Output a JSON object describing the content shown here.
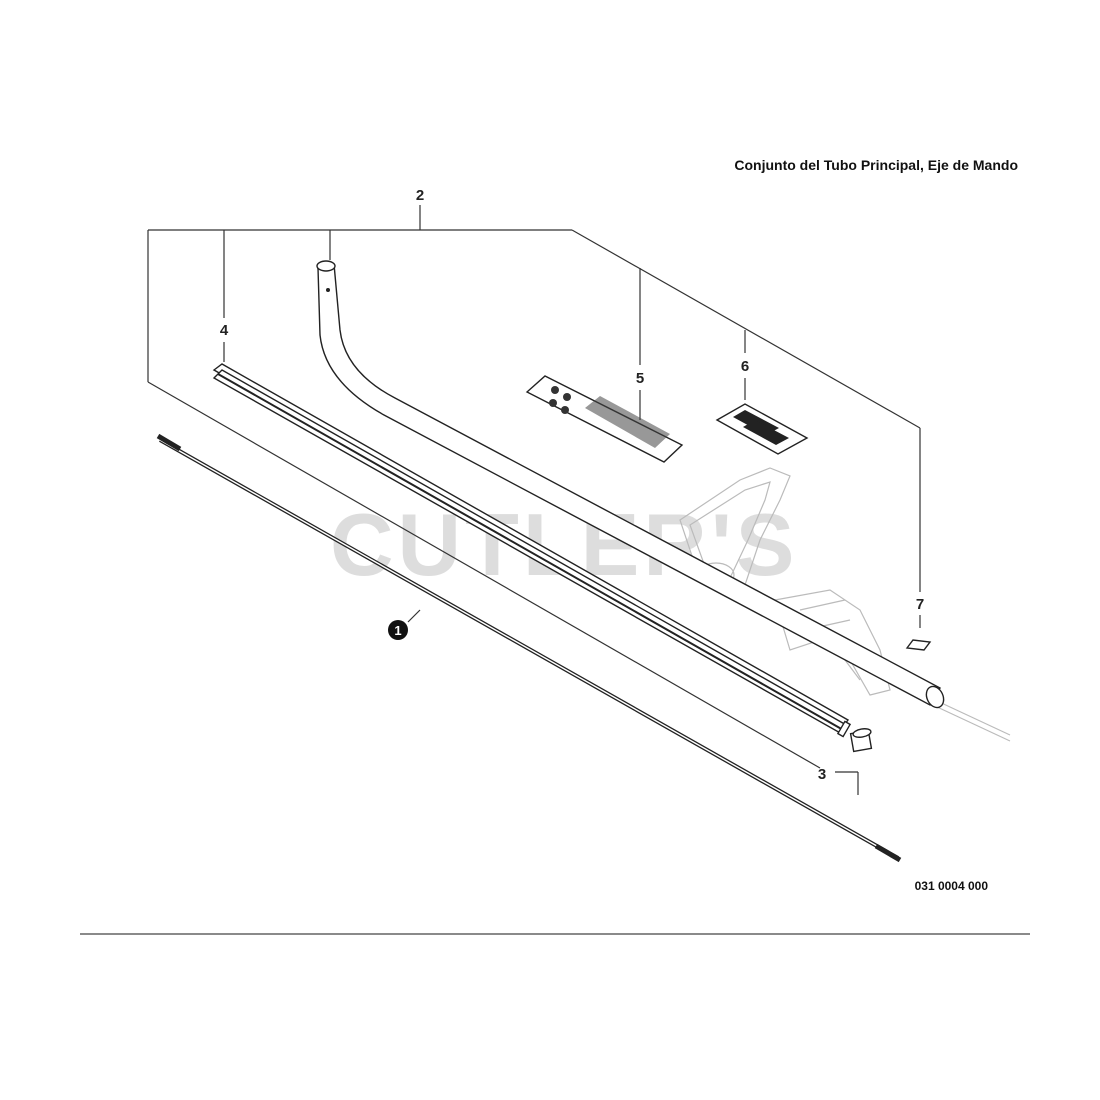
{
  "header": {
    "title": "Conjunto del Tubo Principal, Eje de Mando"
  },
  "watermark": {
    "text": "CUTLER'S"
  },
  "callouts": {
    "c1": "1",
    "c2": "2",
    "c3": "3",
    "c4": "4",
    "c5": "5",
    "c6": "6",
    "c7": "7"
  },
  "footer": {
    "diagram_code": "031 0004 000"
  },
  "colors": {
    "line": "#222222",
    "watermark": "#cfcfcf",
    "callout_fill": "#111111"
  }
}
